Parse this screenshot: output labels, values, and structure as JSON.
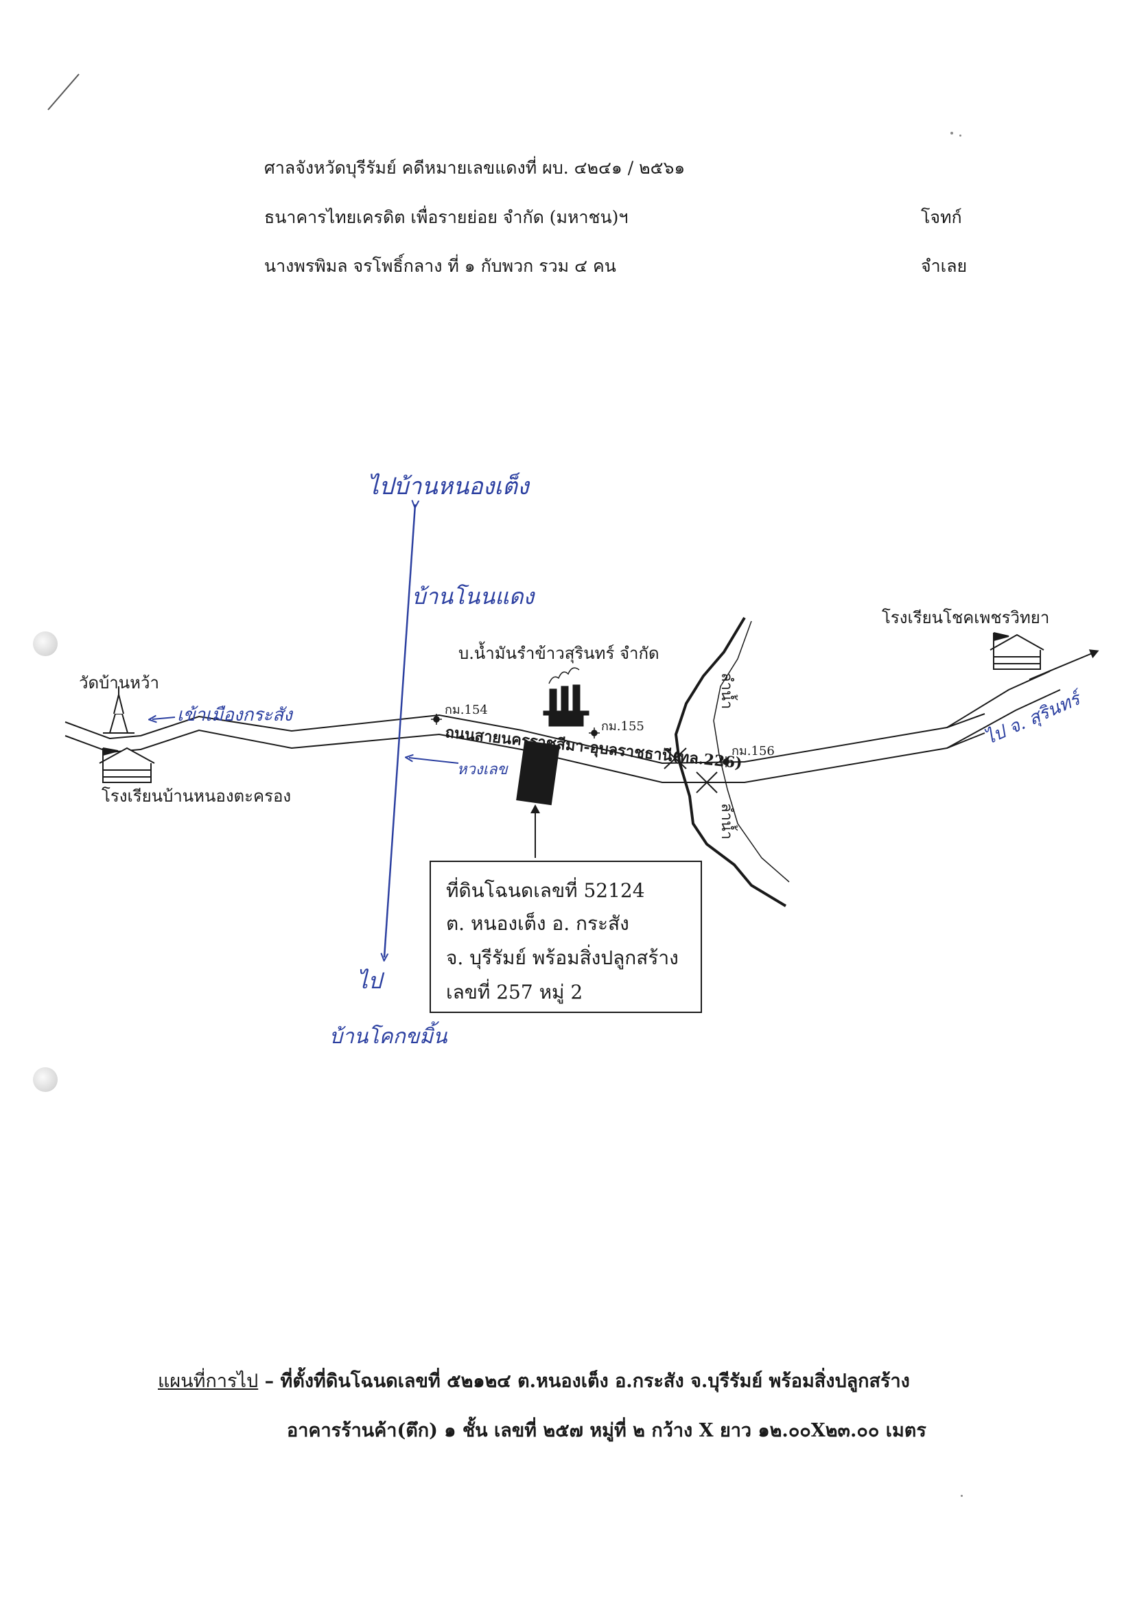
{
  "header": {
    "court_line": "ศาลจังหวัดบุรีรัมย์   คดีหมายเลขแดงที่ ผบ. ๔๒๔๑ / ๒๕๖๑",
    "plaintiff_name": "ธนาคารไทยเครดิต เพื่อรายย่อย จำกัด (มหาชน)ฯ",
    "plaintiff_role": "โจทก์",
    "defendant_name": "นางพรพิมล จรโพธิ์กลาง  ที่ ๑  กับพวก รวม ๔ คน",
    "defendant_role": "จำเลย"
  },
  "map": {
    "hand_to_north": "ไปบ้านหนองเต็ง",
    "hand_village": "บ้านโนนแดง",
    "hand_to_south": "ไป",
    "hand_to_south_2": "บ้านโคกขมิ้น",
    "hand_to_krasang": "เข้าเมืองกระสัง",
    "hand_road_mark": "หวงเลข",
    "hand_to_surin": "ไป จ. สุรินทร์",
    "temple": "วัดบ้านหว้า",
    "school_west": "โรงเรียนบ้านหนองตะครอง",
    "school_east": "โรงเรียนโชคเพชรวิทยา",
    "factory": "บ.น้ำมันรำข้าวสุรินทร์ จำกัด",
    "km154": "กม.154",
    "km155": "กม.155",
    "km156": "กม.156",
    "highway": "ถนนสายนครราชสีมา-อุบลราชธานี(ทล.226)",
    "river_top": "ลำน้ำ",
    "river_bottom": "ลำน้ำ",
    "parcel_box": {
      "line1": "ที่ดินโฉนดเลขที่ 52124",
      "line2": "ต. หนองเต็ง  อ. กระสัง",
      "line3": "จ. บุรีรัมย์  พร้อมสิ่งปลูกสร้าง",
      "line4": "เลขที่ 257  หมู่ 2"
    }
  },
  "caption": {
    "label": "แผนที่การไป",
    "line1": " – ที่ตั้งที่ดินโฉนดเลขที่ ๕๒๑๒๔ ต.หนองเต็ง อ.กระสัง จ.บุรีรัมย์ พร้อมสิ่งปลูกสร้าง",
    "line2": "อาคารร้านค้า(ตึก) ๑ ชั้น เลขที่ ๒๕๗ หมู่ที่ ๒  กว้าง X ยาว ๑๒.๐๐X๒๓.๐๐ เมตร"
  },
  "colors": {
    "ink_print": "#1a1a1a",
    "ink_pen": "#2b3fa0"
  }
}
